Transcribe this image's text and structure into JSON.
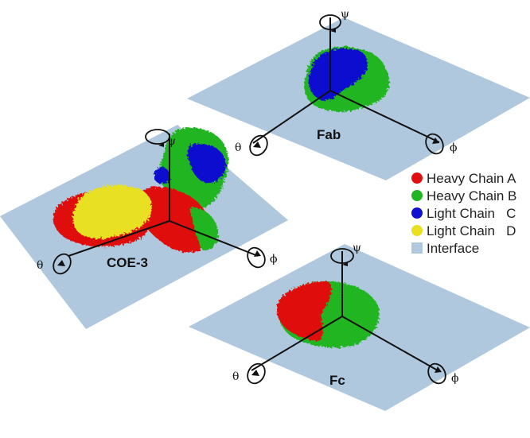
{
  "panels": [
    {
      "id": "fab",
      "label": "Fab",
      "angles": {
        "psi": "ψ",
        "theta": "θ",
        "phi": "ϕ"
      }
    },
    {
      "id": "coe3",
      "label": "COE-3",
      "angles": {
        "psi": "ψ",
        "theta": "θ",
        "phi": "ϕ"
      }
    },
    {
      "id": "fc",
      "label": "Fc",
      "angles": {
        "psi": "ψ",
        "theta": "θ",
        "phi": "ϕ"
      }
    }
  ],
  "legend": [
    {
      "label": "Heavy Chain A",
      "color": "#e01010",
      "marker": "dot"
    },
    {
      "label": "Heavy Chain B",
      "color": "#22b522",
      "marker": "dot"
    },
    {
      "label": "Light Chain   C",
      "color": "#1010d0",
      "marker": "dot"
    },
    {
      "label": "Light Chain   D",
      "color": "#e8e020",
      "marker": "dot"
    },
    {
      "label": "Interface",
      "color": "#b0c8dd",
      "marker": "square"
    }
  ],
  "colors": {
    "plane": "#b0c8dd",
    "axis": "#111111"
  }
}
